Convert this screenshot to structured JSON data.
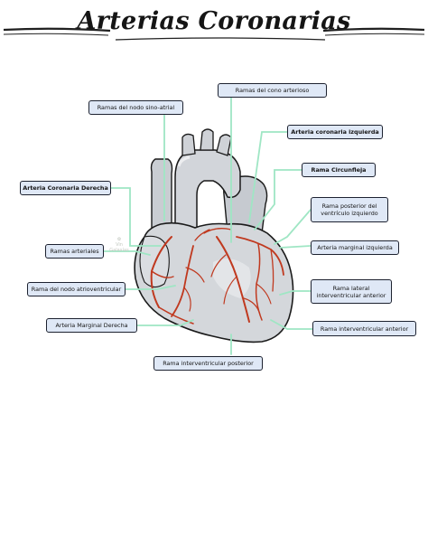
{
  "title": "Arterias Coronarias",
  "labels": {
    "cono": "Ramas del cono arterioso",
    "sinoatrial": "Ramas del nodo sino-atrial",
    "coronaria_izq": "Arteria coronaria izquierda",
    "circunfleja": "Rama Circunfleja",
    "coronaria_der": "Arteria Coronaria Derecha",
    "posterior_vi": "Rama posterior del ventrículo izquierdo",
    "ramas_arteriales": "Ramas arteriales",
    "marginal_izq": "Arteria marginal izquierda",
    "atrioventricular": "Rama del nodo atrioventricular",
    "lateral_iv": "Rama lateral interventricular anterior",
    "marginal_der": "Arteria Marginal Derecha",
    "iv_anterior": "Rama interventricular anterior",
    "iv_posterior": "Rama interventricular posterior"
  },
  "colors": {
    "connector": "#9fe6c4",
    "artery": "#c0391f",
    "label_fill": "#dfe8f6",
    "label_border": "#1d2230",
    "heart": "#d4d7db"
  }
}
